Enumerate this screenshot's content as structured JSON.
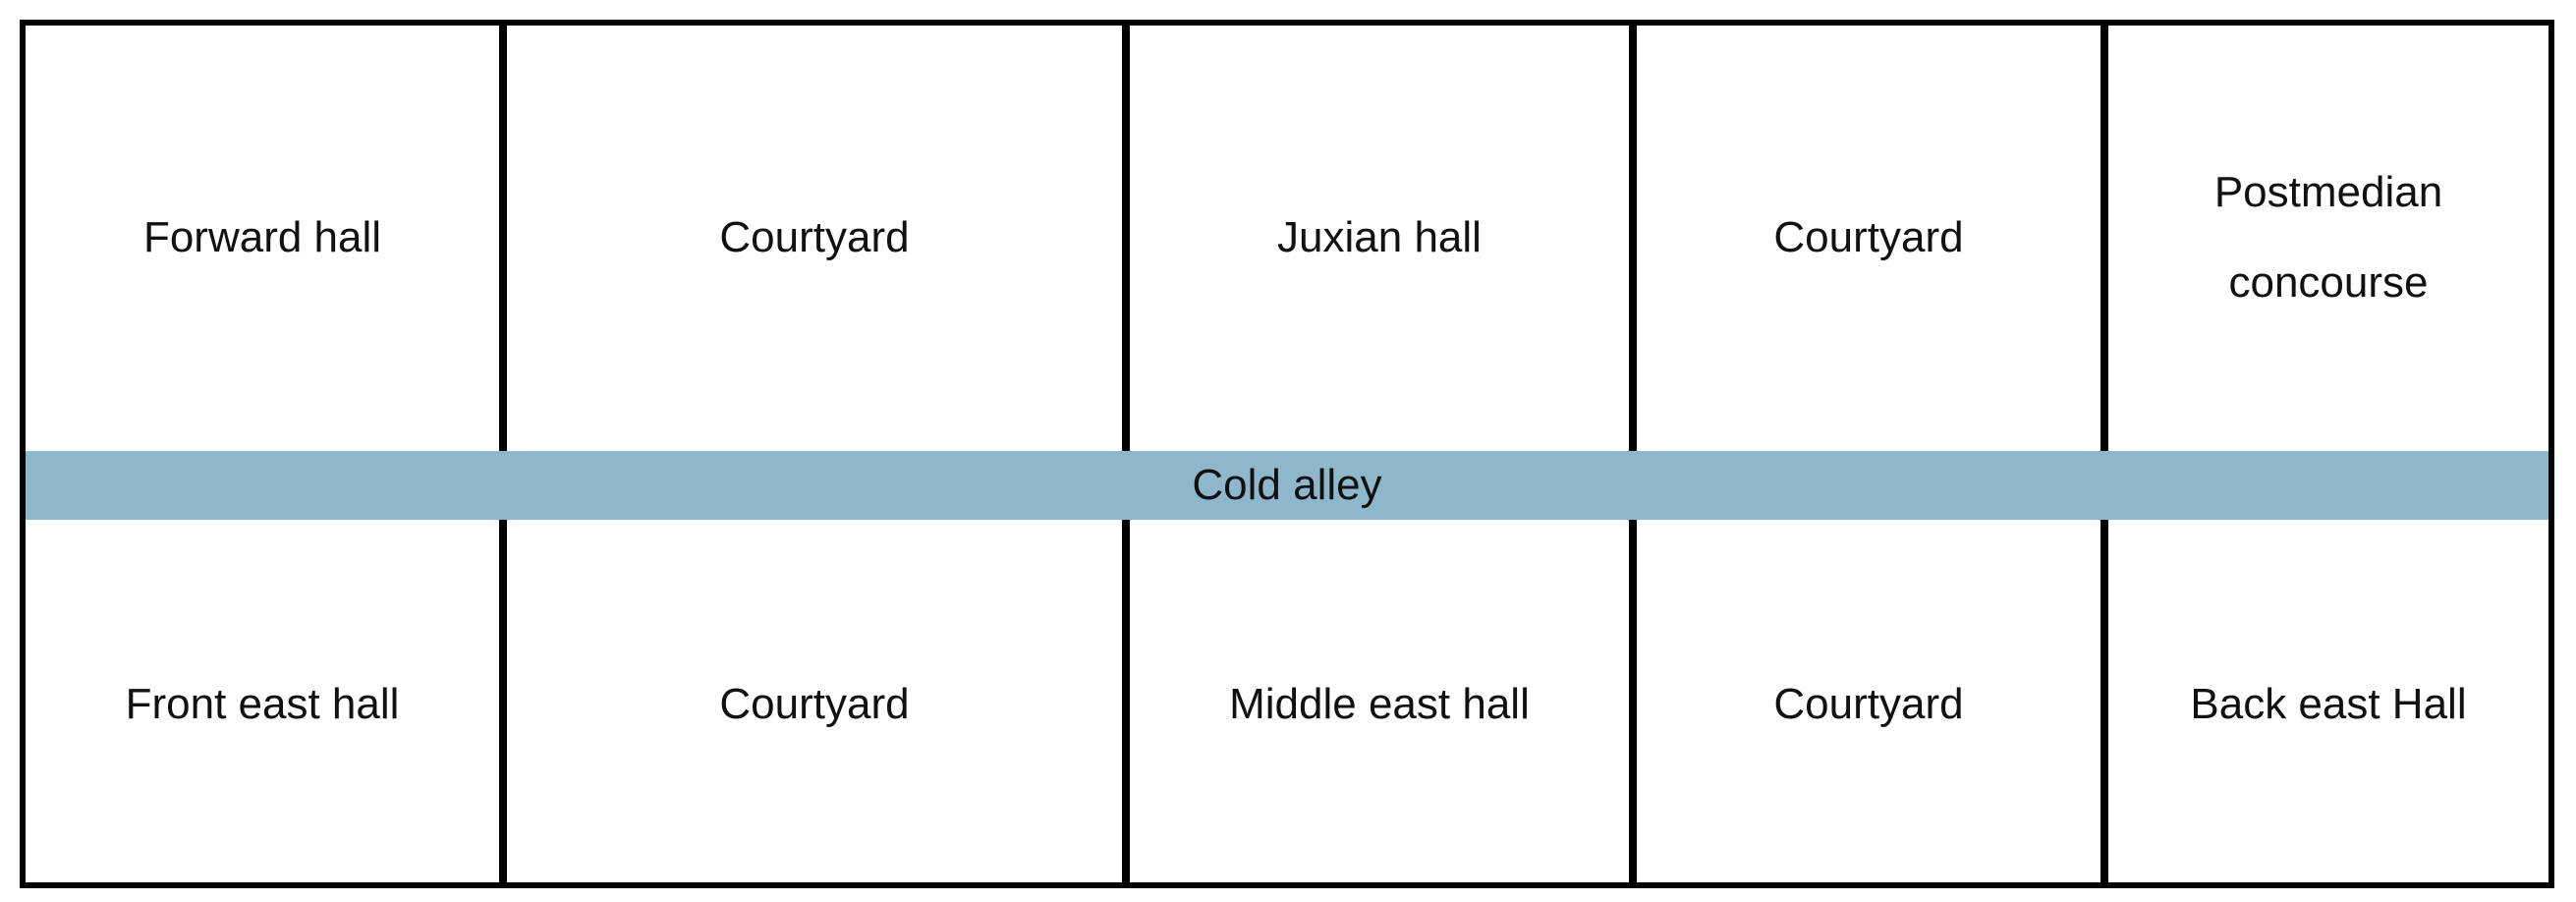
{
  "diagram": {
    "top_row": [
      {
        "label": "Forward hall"
      },
      {
        "label": "Courtyard"
      },
      {
        "label": "Juxian hall"
      },
      {
        "label": "Courtyard"
      },
      {
        "label": "Postmedian concourse"
      }
    ],
    "alley": {
      "label": "Cold alley",
      "color": "#8fb7cb"
    },
    "bottom_row": [
      {
        "label": "Front east hall"
      },
      {
        "label": "Courtyard"
      },
      {
        "label": "Middle east hall"
      },
      {
        "label": "Courtyard"
      },
      {
        "label": "Back east Hall"
      }
    ]
  }
}
